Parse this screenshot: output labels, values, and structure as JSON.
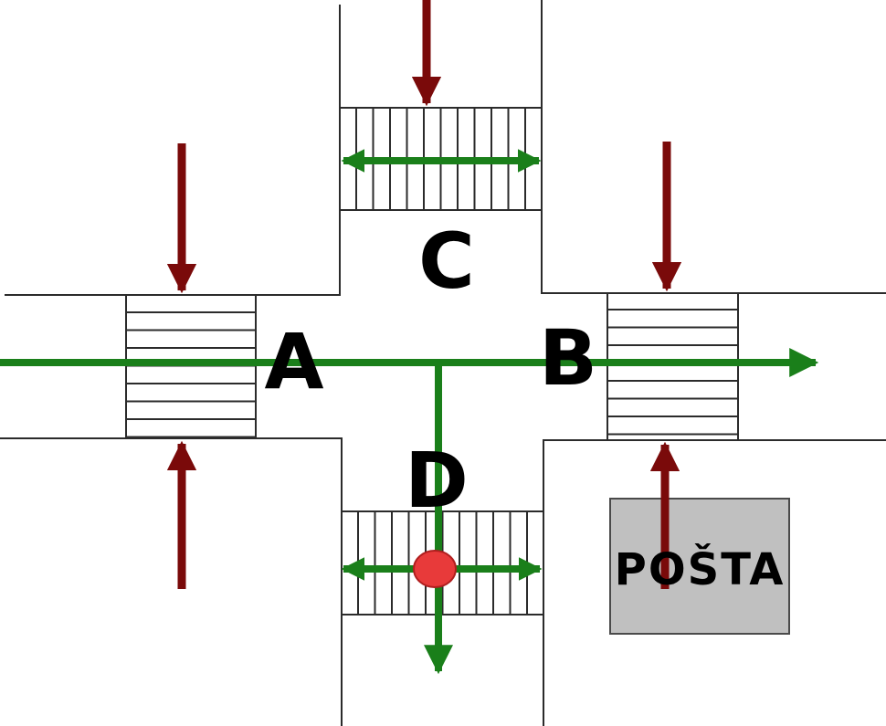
{
  "diagram": {
    "labels": {
      "a": "A",
      "b": "B",
      "c": "C",
      "d": "D"
    },
    "post_office": {
      "label": "POŠTA",
      "fill": "#c0c0c0"
    },
    "colors": {
      "green_route": "#1a7f1a",
      "red_arrow": "#7a0a0a",
      "marker": "#e83a3a",
      "roads": "#2b2b2b"
    }
  }
}
